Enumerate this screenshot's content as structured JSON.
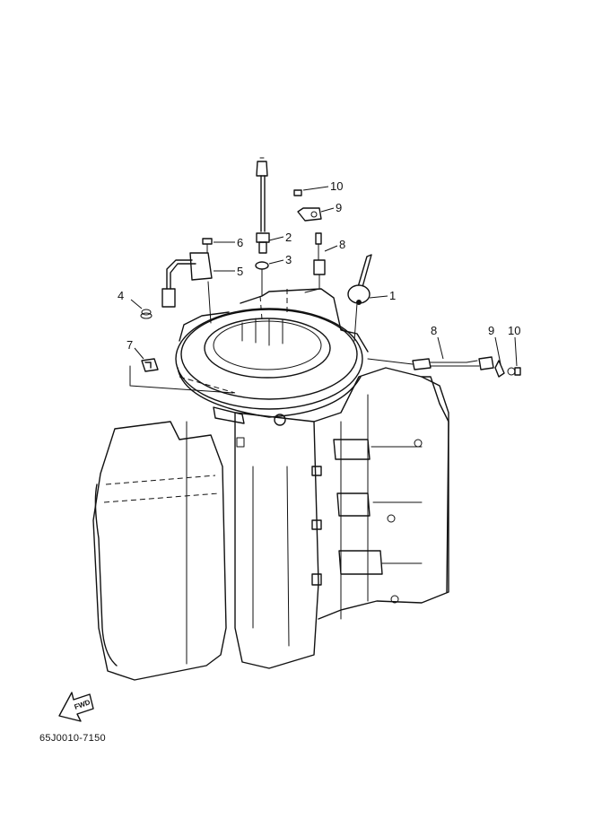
{
  "diagram_code": "65J0010-7150",
  "fwd_label": "FWD",
  "callouts": [
    "1",
    "2",
    "3",
    "4",
    "5",
    "6",
    "7",
    "8",
    "9",
    "10",
    "8",
    "9",
    "10"
  ]
}
